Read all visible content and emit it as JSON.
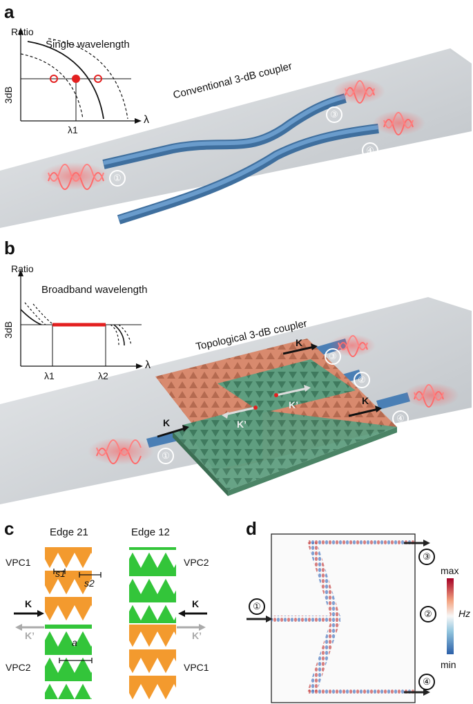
{
  "panel_a": {
    "letter": "a",
    "inset": {
      "ylabel": "Ratio",
      "level": "3dB",
      "title": "Single wavelength",
      "xlabel": "λ",
      "tick": "λ1"
    },
    "device_label": "Conventional 3-dB coupler",
    "ports": [
      "①",
      "②",
      "③",
      "④"
    ]
  },
  "panel_b": {
    "letter": "b",
    "inset": {
      "ylabel": "Ratio",
      "level": "3dB",
      "title": "Broadband wavelength",
      "xlabel": "λ",
      "tick1": "λ1",
      "tick2": "λ2"
    },
    "device_label": "Topological 3-dB coupler",
    "ports": [
      "①",
      "②",
      "③",
      "④"
    ],
    "valley_labels": {
      "k": "K",
      "kprime": "K’"
    }
  },
  "panel_c": {
    "letter": "c",
    "edge21": {
      "title": "Edge 21",
      "top": "VPC1",
      "bottom": "VPC2",
      "s1": "s1",
      "s2": "s2",
      "a": "a"
    },
    "edge12": {
      "title": "Edge 12",
      "top": "VPC2",
      "bottom": "VPC1"
    },
    "k": "K",
    "kprime": "K’"
  },
  "panel_d": {
    "letter": "d",
    "ports": [
      "①",
      "②",
      "③",
      "④"
    ],
    "colorbar": {
      "max": "max",
      "min": "min",
      "field": "Hz"
    },
    "colors": {
      "max": "#a50026",
      "mid": "#f7f7f7",
      "min": "#2b5fa8"
    }
  },
  "colors": {
    "waveguide": "#4a7fb5",
    "orange": "#f39a2e",
    "green": "#33c53a",
    "topo_orange": "#e29a7a",
    "topo_green": "#5fa583",
    "red": "#e32020"
  }
}
